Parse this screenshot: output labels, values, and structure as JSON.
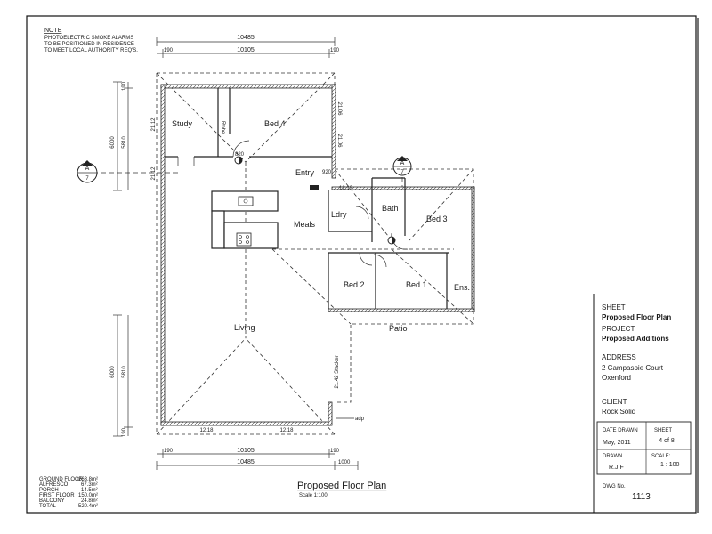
{
  "note": {
    "heading": "NOTE",
    "lines": [
      "PHOTOELECTRIC SMOKE ALARMS",
      "TO BE POSITIONED IN RESIDENCE",
      "TO MEET LOCAL AUTHORITY REQ'S."
    ]
  },
  "dimensions": {
    "top_overall": "10485",
    "top_inner": "10105",
    "top_left": "190",
    "top_right": "190",
    "bottom_inner": "10105",
    "bottom_overall": "10485",
    "bottom_left": "190",
    "bottom_right": "190",
    "bottom_ext": "1000",
    "left_upper_outer": "6000",
    "left_upper_inner": "5810",
    "left_lower_outer": "6000",
    "left_lower_inner": "5810",
    "left_top": "190",
    "left_bottom": "190",
    "door_bed4": "820",
    "door_entry": "920"
  },
  "plan_labels": {
    "wall_length_a": "21.12",
    "wall_length_b": "21.12",
    "wall_length_c": "21.06",
    "wall_length_d": "21.06",
    "wall_length_e": "12.12",
    "bottom_wall_left": "12.18",
    "bottom_wall_right": "12.18",
    "stacker": "21.42 Stacker",
    "adp": "adp"
  },
  "section_markers": [
    {
      "letter": "A",
      "num": "7"
    },
    {
      "letter": "A",
      "num": "7"
    }
  ],
  "rooms": {
    "study": "Study",
    "robe": "Robe",
    "bed4": "Bed 4",
    "entry": "Entry",
    "meals": "Meals",
    "ldry": "Ldry",
    "bath": "Bath",
    "bed3": "Bed 3",
    "bed2": "Bed 2",
    "bed1": "Bed 1",
    "ens": "Ens.",
    "living": "Living",
    "patio": "Patio"
  },
  "areas": [
    {
      "label": "GROUND FLOOR",
      "value": "263.8m²"
    },
    {
      "label": "ALFRESCO",
      "value": "67.3m²"
    },
    {
      "label": "PORCH",
      "value": "14.5m²"
    },
    {
      "label": "FIRST FLOOR",
      "value": "150.0m²"
    },
    {
      "label": "BALCONY",
      "value": "24.8m²"
    },
    {
      "label": "TOTAL",
      "value": "520.4m²"
    }
  ],
  "drawing_title": "Proposed Floor Plan",
  "drawing_scale": "Scale 1:100",
  "title_block": {
    "sheet_label": "SHEET",
    "sheet_value": "Proposed Floor Plan",
    "project_label": "PROJECT",
    "project_value": "Proposed Additions",
    "address_label": "ADDRESS",
    "address_line1": "2 Campaspie Court",
    "address_line2": "Oxenford",
    "client_label": "CLIENT",
    "client_value": "Rock Solid",
    "date_label": "DATE DRAWN",
    "date_value": "May, 2011",
    "sheet_no_label": "SHEET",
    "sheet_no_value": "4 of 8",
    "drawn_label": "DRAWN",
    "drawn_value": "R.J.F",
    "scale_label": "SCALE:",
    "scale_value": "1 : 100",
    "dwg_label": "DWG No.",
    "dwg_value": "1113"
  }
}
